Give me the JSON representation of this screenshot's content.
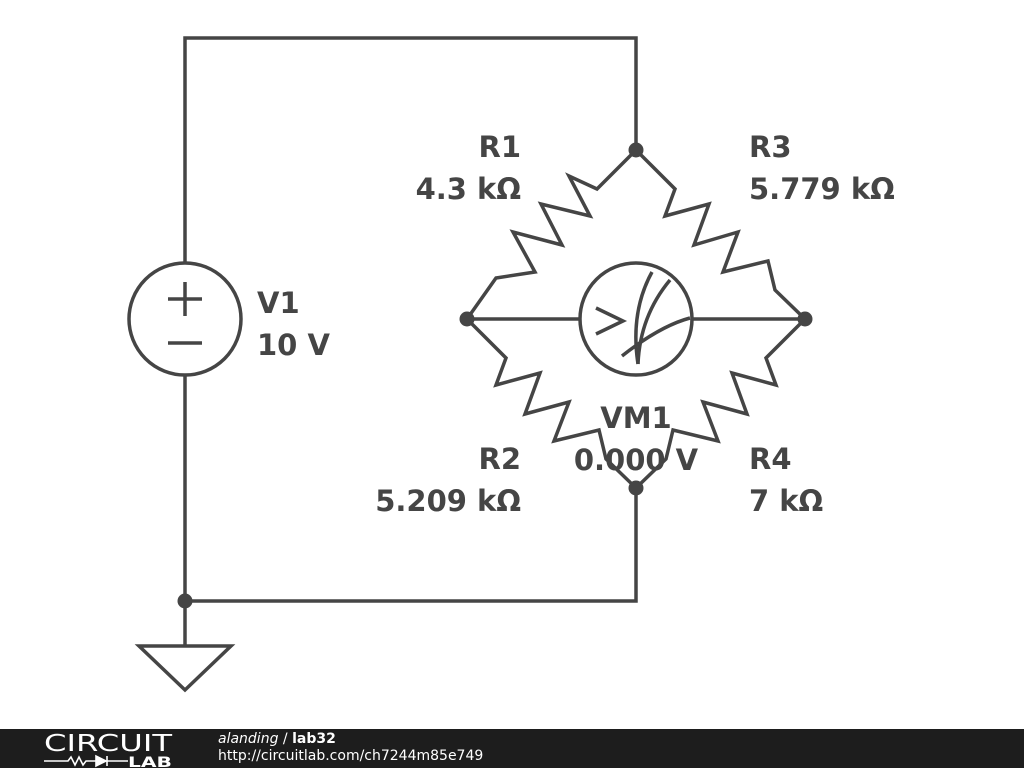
{
  "components": {
    "V1": {
      "name": "V1",
      "value": "10 V"
    },
    "R1": {
      "name": "R1",
      "value": "4.3 kΩ"
    },
    "R2": {
      "name": "R2",
      "value": "5.209 kΩ"
    },
    "R3": {
      "name": "R3",
      "value": "5.779 kΩ"
    },
    "R4": {
      "name": "R4",
      "value": "7 kΩ"
    },
    "VM1": {
      "name": "VM1",
      "value": "0.000 V"
    }
  },
  "footer": {
    "logo_top": "CIRCUIT",
    "logo_bottom": "LAB",
    "user": "alanding",
    "separator": " / ",
    "title": "lab32",
    "url": "http://circuitlab.com/ch7244m85e749"
  },
  "colors": {
    "wire": "#454545",
    "footer_bg": "#1d1d1d",
    "footer_text": "#ffffff"
  }
}
